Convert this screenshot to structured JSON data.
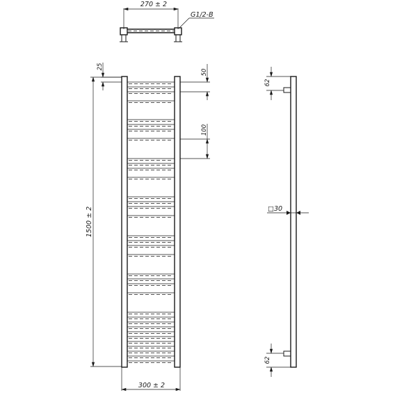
{
  "dimensions": {
    "top_width": "270 ± 2",
    "thread": "G1/2-B",
    "rung_gap_25": "25",
    "rung_gap_50": "50",
    "rung_gap_100": "100",
    "height": "1500 ± 2",
    "bottom_width": "300 ± 2",
    "side_bracket_top": "62",
    "side_bracket_bottom": "62",
    "post_section": "□30"
  }
}
